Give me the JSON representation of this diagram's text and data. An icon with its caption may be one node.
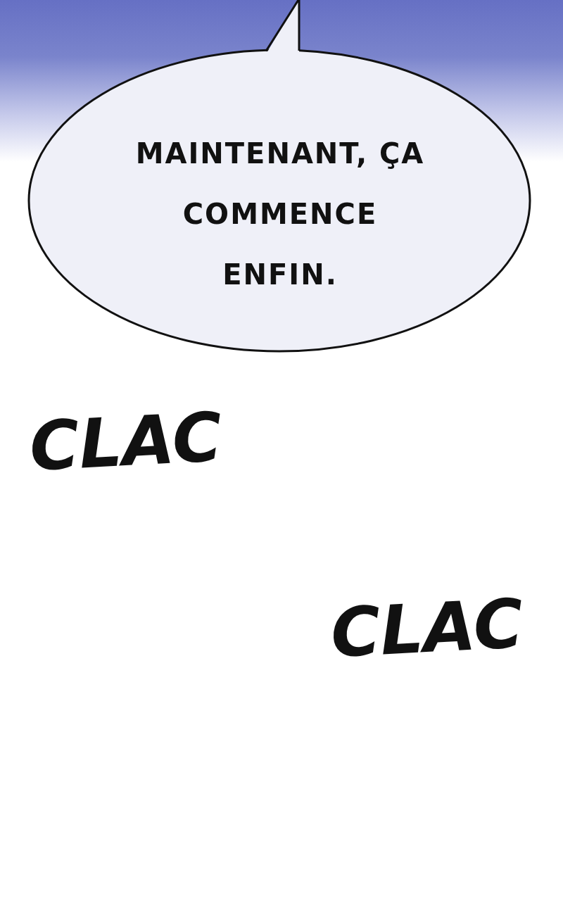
{
  "diagram": {
    "nodes": [
      {
        "text": [
          "MAINTENANT, ÇA COMMENCE ENFIN."
        ]
      }
    ],
    "edges": [],
    "labels": [
      "CLAC",
      "CLAC"
    ]
  }
}
